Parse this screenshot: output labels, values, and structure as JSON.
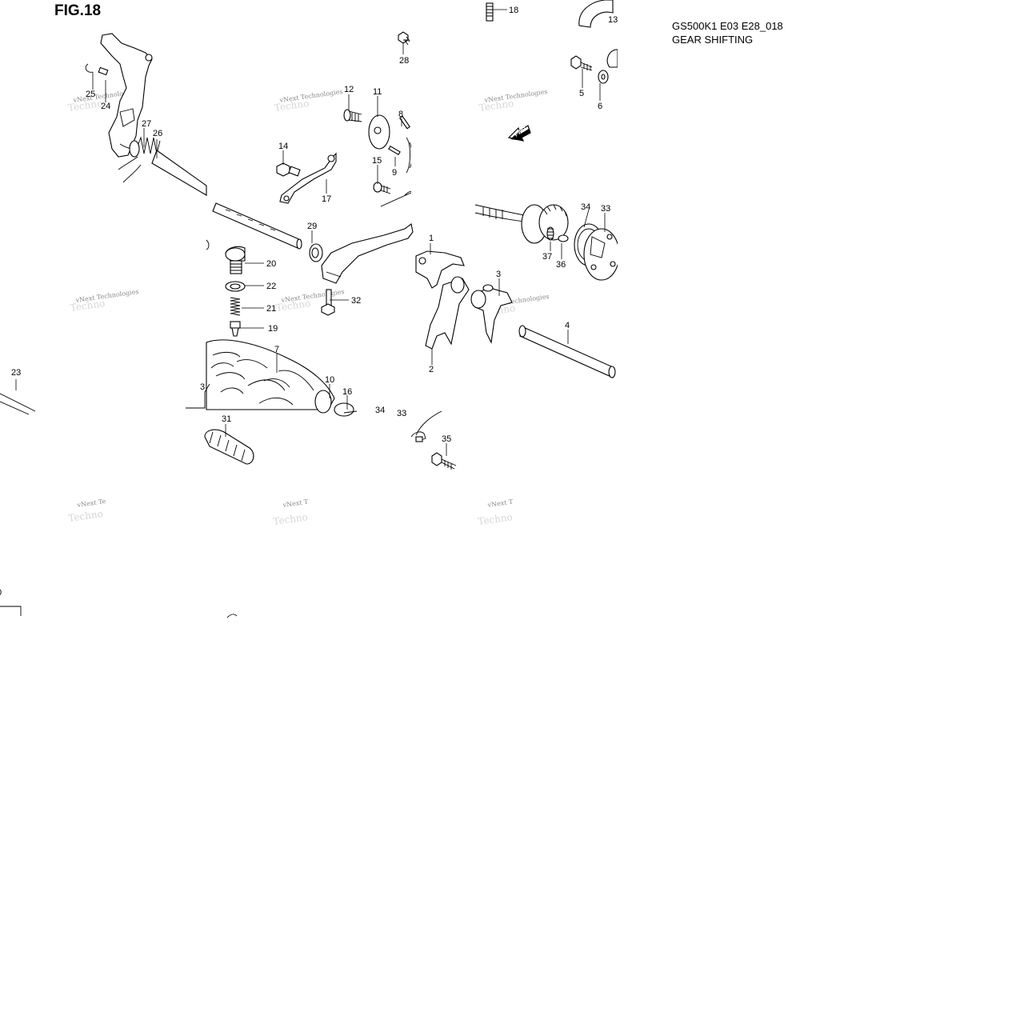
{
  "figure": {
    "title": "FIG.18",
    "code": "GS500K1 E03 E28_018",
    "name": "GEAR SHIFTING",
    "fwd_label": "FWD"
  },
  "watermark": "vNext Technologies",
  "callouts": [
    {
      "id": "c18",
      "label": "18"
    },
    {
      "id": "c13",
      "label": "13"
    },
    {
      "id": "c28",
      "label": "28"
    },
    {
      "id": "c5",
      "label": "5"
    },
    {
      "id": "c6",
      "label": "6"
    },
    {
      "id": "c25",
      "label": "25"
    },
    {
      "id": "c24",
      "label": "24"
    },
    {
      "id": "c12",
      "label": "12"
    },
    {
      "id": "c11",
      "label": "11"
    },
    {
      "id": "c8",
      "label": "8"
    },
    {
      "id": "c27",
      "label": "27"
    },
    {
      "id": "c26",
      "label": "26"
    },
    {
      "id": "c14",
      "label": "14"
    },
    {
      "id": "c15",
      "label": "15"
    },
    {
      "id": "c9",
      "label": "9"
    },
    {
      "id": "c17",
      "label": "17"
    },
    {
      "id": "c34a",
      "label": "34"
    },
    {
      "id": "c33a",
      "label": "33"
    },
    {
      "id": "c29",
      "label": "29"
    },
    {
      "id": "c1",
      "label": "1"
    },
    {
      "id": "c37",
      "label": "37"
    },
    {
      "id": "c36",
      "label": "36"
    },
    {
      "id": "c20",
      "label": "20"
    },
    {
      "id": "c3",
      "label": "3"
    },
    {
      "id": "c22",
      "label": "22"
    },
    {
      "id": "c32",
      "label": "32"
    },
    {
      "id": "c21",
      "label": "21"
    },
    {
      "id": "c4",
      "label": "4"
    },
    {
      "id": "c19",
      "label": "19"
    },
    {
      "id": "c7",
      "label": "7"
    },
    {
      "id": "c2",
      "label": "2"
    },
    {
      "id": "c23",
      "label": "23"
    },
    {
      "id": "c10",
      "label": "10"
    },
    {
      "id": "c16",
      "label": "16"
    },
    {
      "id": "c3b",
      "label": "3"
    },
    {
      "id": "c34b",
      "label": "34"
    },
    {
      "id": "c33b",
      "label": "33"
    },
    {
      "id": "c31",
      "label": "31"
    },
    {
      "id": "c35",
      "label": "35"
    },
    {
      "id": "c0",
      "label": "0"
    }
  ]
}
